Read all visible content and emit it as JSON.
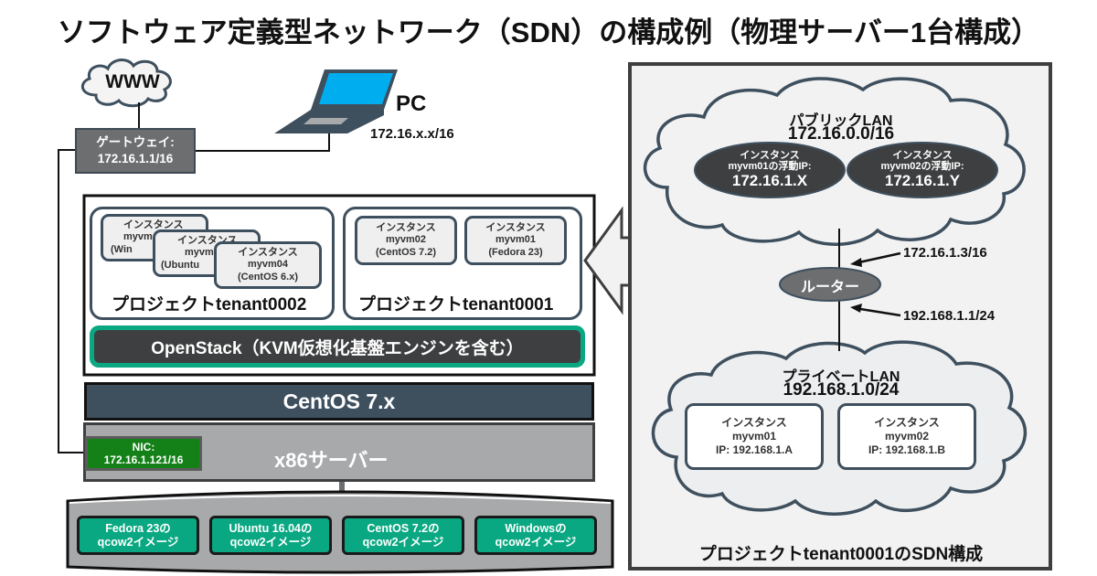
{
  "title": "ソフトウェア定義型ネットワーク（SDN）の構成例（物理サーバー1台構成）",
  "internet": {
    "www_label": "WWW",
    "gateway_label": "ゲートウェイ:",
    "gateway_ip": "172.16.1.1/16"
  },
  "pc": {
    "label": "PC",
    "ip": "172.16.x.x/16"
  },
  "projects": [
    {
      "name": "プロジェクトtenant0002",
      "instances": [
        {
          "type": "インスタンス",
          "name": "myvm",
          "os": "(Win"
        },
        {
          "type": "インスタンス",
          "name": "myvm",
          "os": "(Ubuntu"
        },
        {
          "type": "インスタンス",
          "name": "myvm04",
          "os": "(CentOS 6.x)"
        }
      ]
    },
    {
      "name": "プロジェクトtenant0001",
      "instances": [
        {
          "type": "インスタンス",
          "name": "myvm02",
          "os": "(CentOS 7.2)"
        },
        {
          "type": "インスタンス",
          "name": "myvm01",
          "os": "(Fedora 23)"
        }
      ]
    }
  ],
  "openstack_label": "OpenStack（KVM仮想化基盤エンジンを含む）",
  "host_os_label": "CentOS 7.x",
  "server": {
    "label": "x86サーバー",
    "nic_label": "NIC:",
    "nic_ip": "172.16.1.121/16"
  },
  "images": [
    {
      "line1": "Fedora 23の",
      "line2": "qcow2イメージ"
    },
    {
      "line1": "Ubuntu 16.04の",
      "line2": "qcow2イメージ"
    },
    {
      "line1": "CentOS 7.2の",
      "line2": "qcow2イメージ"
    },
    {
      "line1": "Windowsの",
      "line2": "qcow2イメージ"
    }
  ],
  "sdn": {
    "public_lan": {
      "label": "パブリックLAN",
      "cidr": "172.16.0.0/16",
      "floating_ips": [
        {
          "type": "インスタンス",
          "desc": "myvm01の浮動IP:",
          "ip": "172.16.1.X"
        },
        {
          "type": "インスタンス",
          "desc": "myvm02の浮動IP:",
          "ip": "172.16.1.Y"
        }
      ]
    },
    "router": {
      "label": "ルーター",
      "upper_ip": "172.16.1.3/16",
      "lower_ip": "192.168.1.1/24"
    },
    "private_lan": {
      "label": "プライベートLAN",
      "cidr": "192.168.1.0/24",
      "instances": [
        {
          "type": "インスタンス",
          "name": "myvm01",
          "ip": "IP: 192.168.1.A"
        },
        {
          "type": "インスタンス",
          "name": "myvm02",
          "ip": "IP: 192.168.1.B"
        }
      ]
    },
    "caption": "プロジェクトtenant0001のSDN構成"
  },
  "colors": {
    "dark_slate": "#3e4f5e",
    "teal": "#0aa882",
    "nic_green": "#138117",
    "screen_blue": "#00aeef",
    "server_gray": "#a7a9ab",
    "panel_bg": "#f2f2f2"
  }
}
